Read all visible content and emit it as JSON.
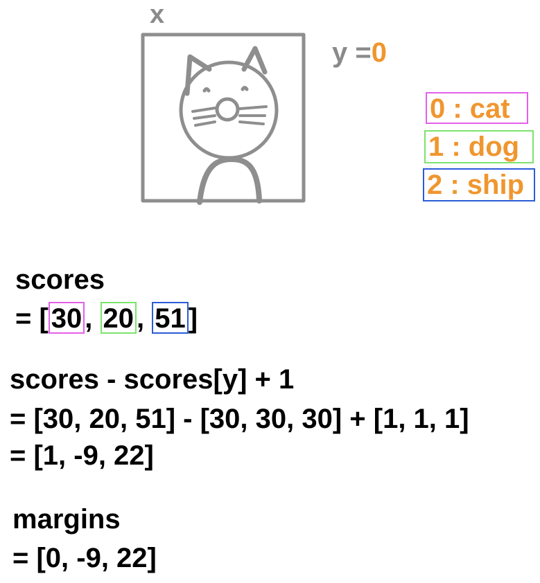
{
  "image_label": "x",
  "true_label": {
    "text": "y =",
    "value": "0"
  },
  "classes": [
    {
      "text": "0 : cat",
      "color": "#e45fe9"
    },
    {
      "text": "1 : dog",
      "color": "#7be36b"
    },
    {
      "text": "2 : ship",
      "color": "#2a5bd8"
    }
  ],
  "scores": {
    "title": "scores",
    "prefix": "= [",
    "values": [
      "30",
      "20",
      "51"
    ],
    "sep": ", ",
    "suffix": "]"
  },
  "margin_calc": {
    "expression": "scores - scores[y] + 1",
    "step1": "= [30, 20, 51] - [30, 30, 30] + [1, 1, 1]",
    "step2": "= [1, -9, 22]"
  },
  "margins": {
    "title": "margins",
    "value": "= [0, -9, 22]"
  },
  "colors": {
    "orange": "#f0962e",
    "gray": "#8a8a8a"
  }
}
